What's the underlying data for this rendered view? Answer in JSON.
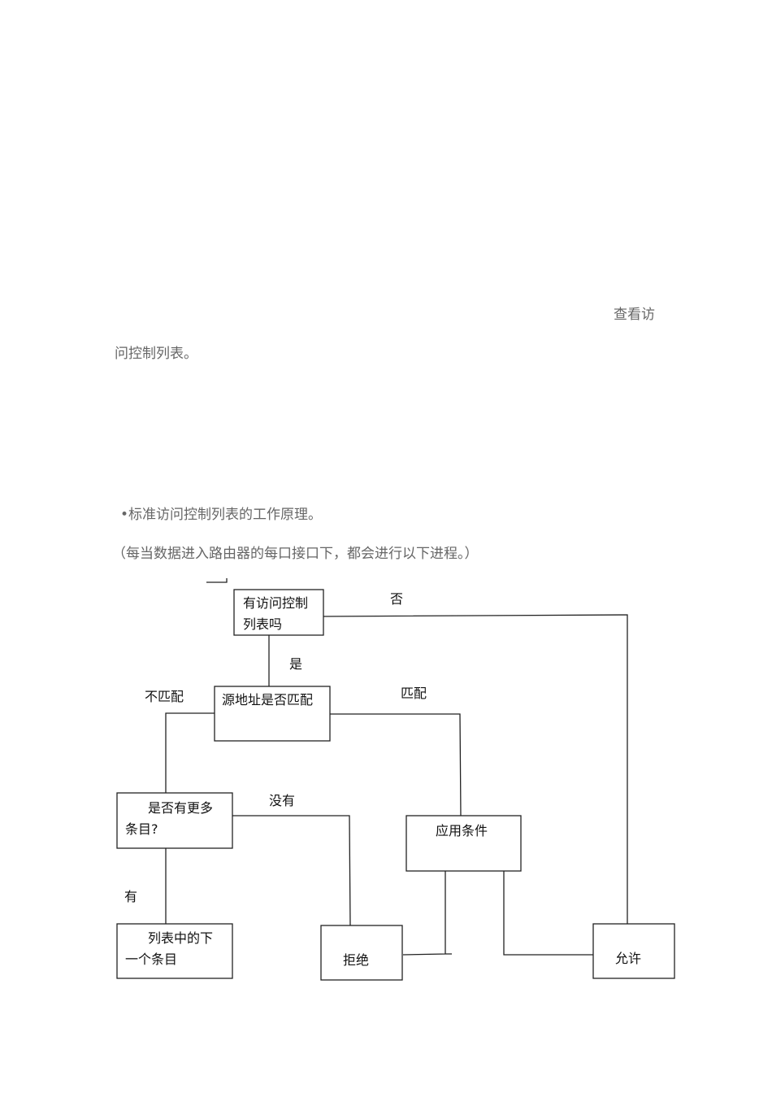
{
  "document": {
    "text_line1": "查看访",
    "text_line2": "问控制列表。",
    "heading": "•标准访问控制列表的工作原理。",
    "subnote": "（每当数据进入路由器的每口接口下，都会进行以下进程。）"
  },
  "flowchart": {
    "nodes": {
      "has_acl_1": "有访问控制",
      "has_acl_2": "列表吗",
      "src_match": "源地址是否匹配",
      "more_1": "是否有更多",
      "more_2": "条目?",
      "apply": "应用条件",
      "next_1": "列表中的下",
      "next_2": "一个条目",
      "deny": "拒绝",
      "permit": "允许"
    },
    "edges": {
      "no": "否",
      "yes": "是",
      "no_match": "不匹配",
      "match": "匹配",
      "none": "没有",
      "have": "有"
    }
  }
}
